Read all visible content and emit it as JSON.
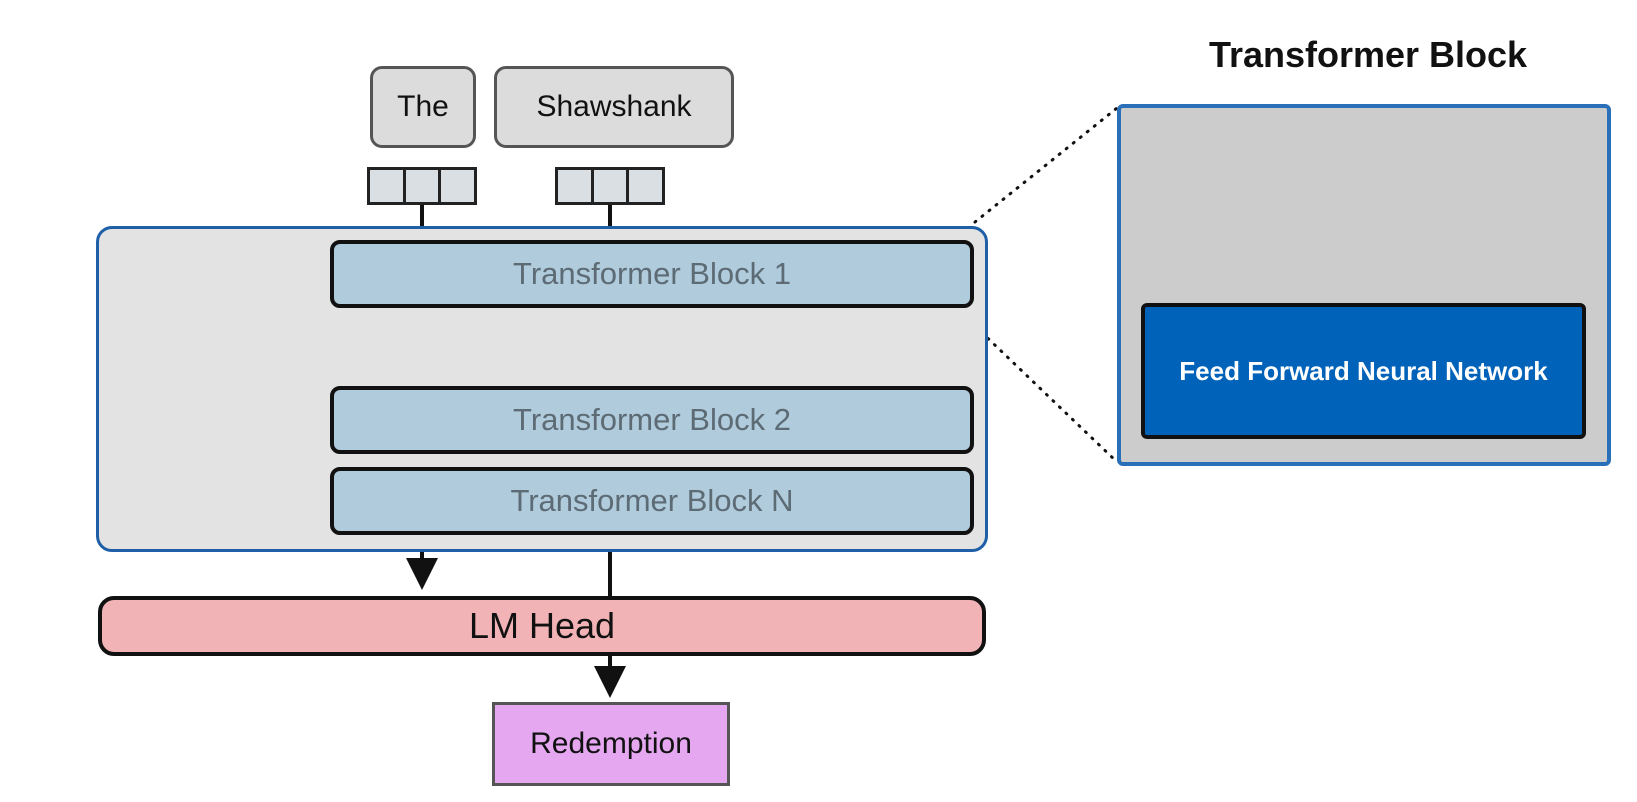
{
  "tokens": [
    {
      "label": "The"
    },
    {
      "label": "Shawshank"
    }
  ],
  "transformer_blocks": [
    {
      "label": "Transformer Block 1"
    },
    {
      "label": "Transformer Block 2"
    },
    {
      "label": "Transformer Block N"
    }
  ],
  "lm_head": {
    "label": "LM Head"
  },
  "output_token": {
    "label": "Redemption"
  },
  "zoom_view": {
    "title": "Transformer Block",
    "inner_label": "Feed Forward Neural Network"
  },
  "colors": {
    "token_fill": "#dcdcdc",
    "block_fill": "#afcbdc",
    "stack_border": "#1f5fa8",
    "lm_head_fill": "#f2b3b6",
    "output_fill": "#e5a7f0",
    "ffnn_fill": "#0062b8"
  }
}
